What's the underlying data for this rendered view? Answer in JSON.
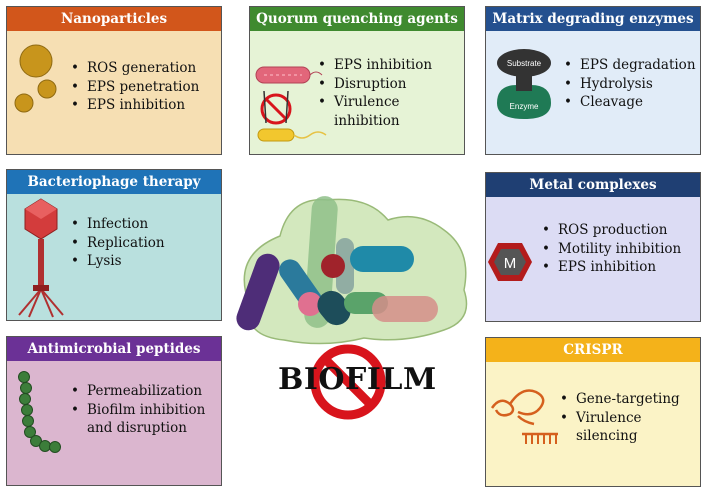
{
  "panels": [
    {
      "title": "Nanoparticles",
      "items": [
        "ROS generation",
        "EPS penetration",
        "EPS inhibition"
      ]
    },
    {
      "title": "Quorum  quenching agents",
      "items": [
        "EPS inhibition",
        "Disruption",
        "Virulence",
        "inhibition"
      ]
    },
    {
      "title": "Matrix degrading enzymes",
      "items": [
        "EPS degradation",
        "Hydrolysis",
        "Cleavage"
      ],
      "labels": {
        "substrate": "Substrate",
        "enzyme": "Enzyme"
      }
    },
    {
      "title": "Bacteriophage therapy",
      "items": [
        "Infection",
        "Replication",
        "Lysis"
      ]
    },
    {
      "title": "Metal complexes",
      "items": [
        "ROS production",
        "Motility inhibition",
        "EPS inhibition"
      ],
      "labels": {
        "metal": "M"
      }
    },
    {
      "title": "Antimicrobial peptides",
      "items": [
        "Permeabilization",
        "Biofilm inhibition",
        "and disruption"
      ]
    },
    {
      "title": "CRISPR",
      "items": [
        "Gene-targeting",
        "Virulence",
        "silencing"
      ]
    }
  ],
  "center": {
    "label": "BIOFILM"
  },
  "colors": {
    "nano_header": "#d2561b",
    "nano_body": "#f6dfb3",
    "quorum_header": "#3f8a2f",
    "quorum_body": "#e6f3d6",
    "matrix_header": "#24508f",
    "matrix_body": "#e1ecf8",
    "phage_header": "#1f73b7",
    "phage_body": "#b9e0de",
    "metal_header": "#1f3f73",
    "metal_body": "#dcdcf4",
    "amp_header": "#6b3196",
    "amp_body": "#dbb6cf",
    "crispr_header": "#f4b21a",
    "crispr_body": "#fbf3c6",
    "forbidden": "#d8141c"
  }
}
